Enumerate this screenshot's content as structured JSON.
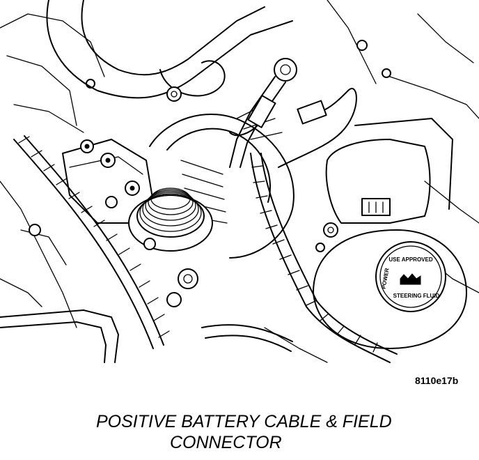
{
  "figure": {
    "id": "8110e17b",
    "caption_line1": "POSITIVE BATTERY CABLE & FIELD",
    "caption_line2": "CONNECTOR"
  },
  "cap_text": {
    "line1": "USE APPROVED",
    "line2": "POWER",
    "line3": "STEERING FLUID"
  }
}
